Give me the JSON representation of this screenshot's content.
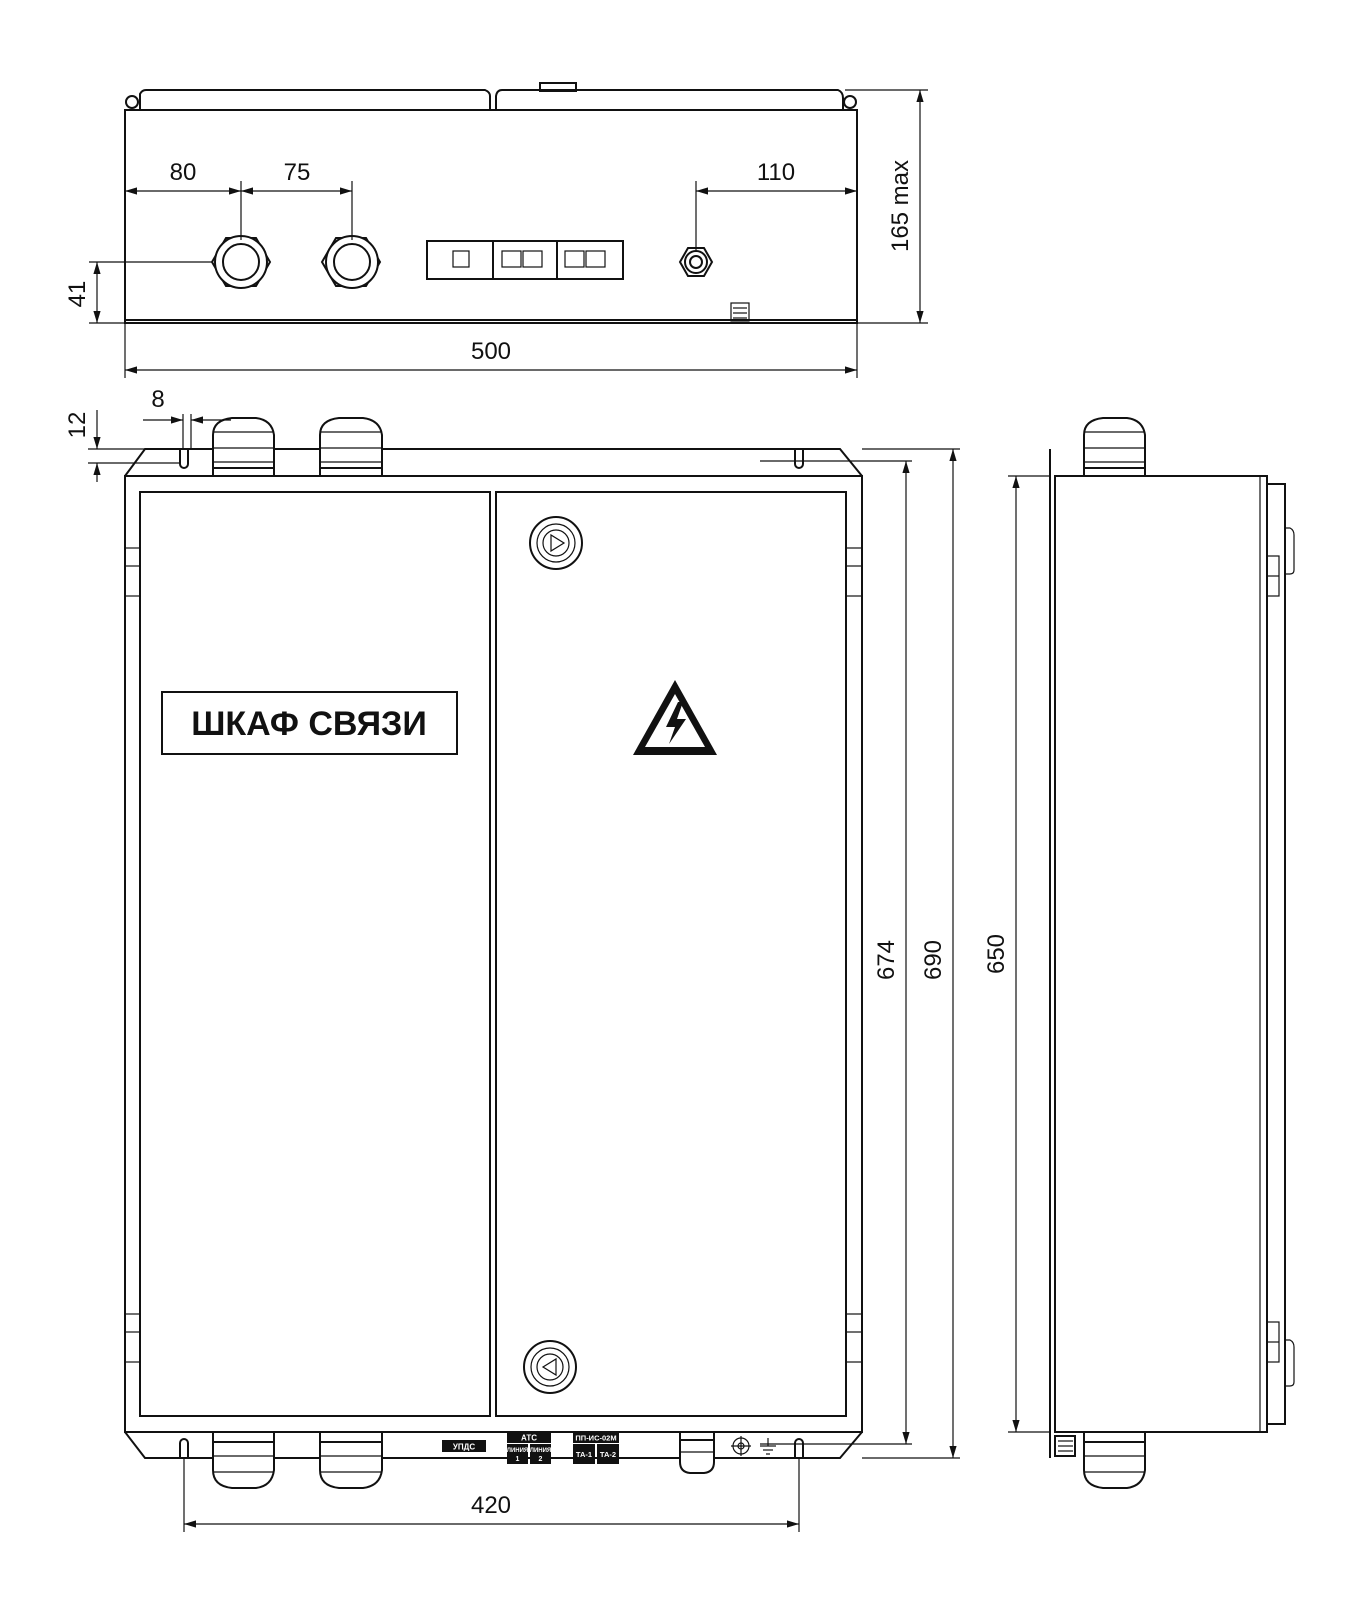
{
  "dimensions": {
    "d80": "80",
    "d75": "75",
    "d110": "110",
    "d165": "165 max",
    "d41": "41",
    "d500": "500",
    "d8": "8",
    "d12": "12",
    "d674": "674",
    "d690": "690",
    "d650": "650",
    "d420": "420"
  },
  "front_label": "ШКАФ СВЯЗИ",
  "bottom_labels": {
    "updc": "УПДС",
    "ats": "АТС",
    "line1_top": "ЛИНИЯ",
    "line1_num": "1",
    "line2_top": "ЛИНИЯ",
    "line2_num": "2",
    "pp": "ПП-ИС-02М",
    "ta1": "ТА-1",
    "ta2": "ТА-2"
  },
  "colors": {
    "line": "#111111",
    "background": "#ffffff"
  },
  "icons": [
    "high-voltage-warning-icon",
    "lock-icon",
    "ground-icon",
    "gland-icon"
  ]
}
